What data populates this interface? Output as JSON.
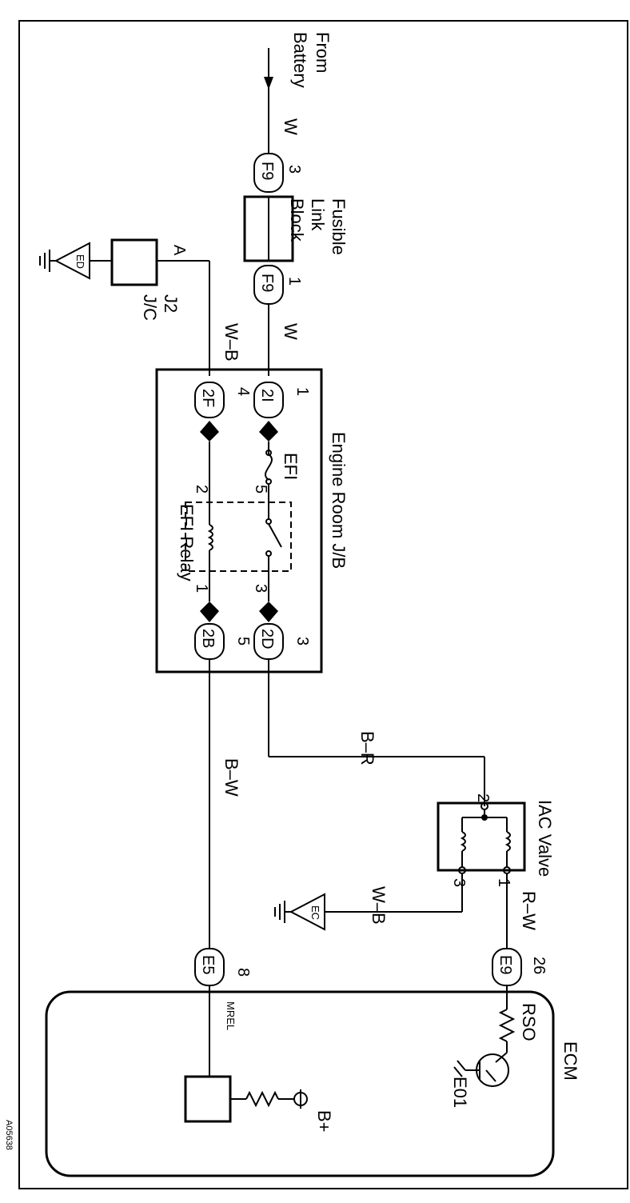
{
  "source": {
    "line1": "From",
    "line2": "Battery"
  },
  "wires": {
    "battery": "W",
    "fusible_out": "W",
    "jc_to_jb": "W–B",
    "jb_to_iac": "B–R",
    "jb_to_ecm": "B–W",
    "iac_ground": "W–B",
    "iac_to_ecm": "R–W"
  },
  "fusible_link": {
    "line1": "Fusible",
    "line2": "Link",
    "line3": "Block",
    "connector": "F9",
    "pin_in": "3",
    "pin_out": "1"
  },
  "junction": {
    "name": "J2",
    "sub": "J/C",
    "pin": "A",
    "ground": "ED"
  },
  "jb": {
    "title": "Engine Room J/B",
    "fuse": "EFI",
    "relay": "EFI Relay",
    "connectors": [
      {
        "id": "2I",
        "pin": "1"
      },
      {
        "id": "2F",
        "pin": "4"
      },
      {
        "id": "2D",
        "pin": "3"
      },
      {
        "id": "2B",
        "pin": "5"
      }
    ],
    "relay_pins": {
      "fuse_side": "5",
      "coil_in": "2",
      "switch_out": "3",
      "coil_out": "1"
    }
  },
  "iac": {
    "name": "IAC Valve",
    "pin_common": "2",
    "pin_rsc": "1",
    "pin_ground": "3",
    "ground": "EC"
  },
  "ecm": {
    "name": "ECM",
    "conn_e5": "E5",
    "pin_e5": "8",
    "conn_e9": "E9",
    "pin_e9": "26",
    "mrel": "MREL",
    "rso": "RSO",
    "e01": "E01",
    "bplus": "B+"
  },
  "figure_id": "A05638"
}
